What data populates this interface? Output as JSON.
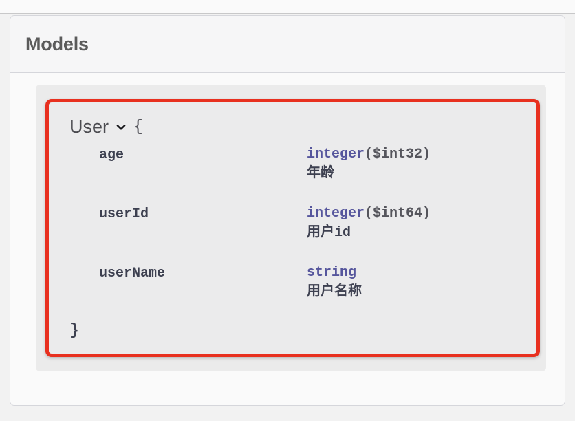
{
  "page": {
    "background_color": "#f2f2f2"
  },
  "card": {
    "header": {
      "title": "Models"
    }
  },
  "model": {
    "name": "User",
    "toggle_icon": "chevron-down-icon",
    "open_brace": "{",
    "close_brace": "}",
    "highlight_color": "#e8301f",
    "type_keyword_color": "#55559c",
    "properties": [
      {
        "name": "age",
        "type_keyword": "integer",
        "type_format": "($int32)",
        "description": "年龄"
      },
      {
        "name": "userId",
        "type_keyword": "integer",
        "type_format": "($int64)",
        "description": "用户id"
      },
      {
        "name": "userName",
        "type_keyword": "string",
        "type_format": "",
        "description": "用户名称"
      }
    ]
  }
}
